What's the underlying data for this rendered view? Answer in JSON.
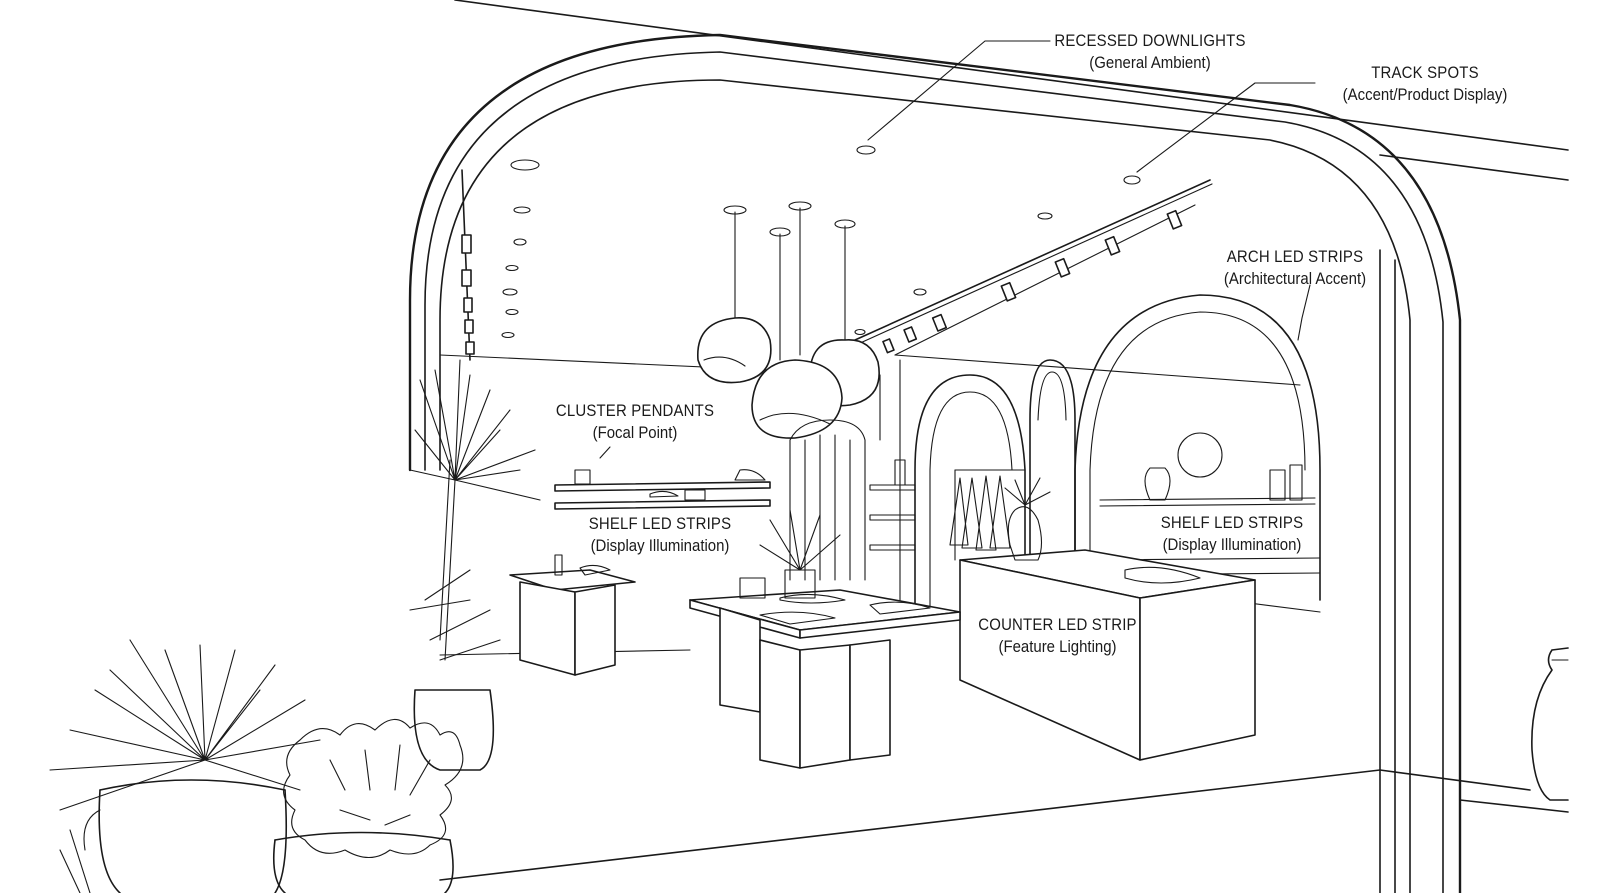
{
  "labels": {
    "recessed": {
      "title": "RECESSED DOWNLIGHTS",
      "subtitle": "(General Ambient)"
    },
    "track": {
      "title": "TRACK SPOTS",
      "subtitle": "(Accent/Product Display)"
    },
    "arch": {
      "title": "ARCH LED STRIPS",
      "subtitle": "(Architectural Accent)"
    },
    "pendants": {
      "title": "CLUSTER PENDANTS",
      "subtitle": "(Focal Point)"
    },
    "shelf_left": {
      "title": "SHELF LED STRIPS",
      "subtitle": "(Display Illumination)"
    },
    "shelf_right": {
      "title": "SHELF LED STRIPS",
      "subtitle": "(Display Illumination)"
    },
    "counter": {
      "title": "COUNTER LED STRIP",
      "subtitle": "(Feature Lighting)"
    }
  },
  "colors": {
    "ink": "#1a1a1a",
    "paper": "#ffffff"
  }
}
